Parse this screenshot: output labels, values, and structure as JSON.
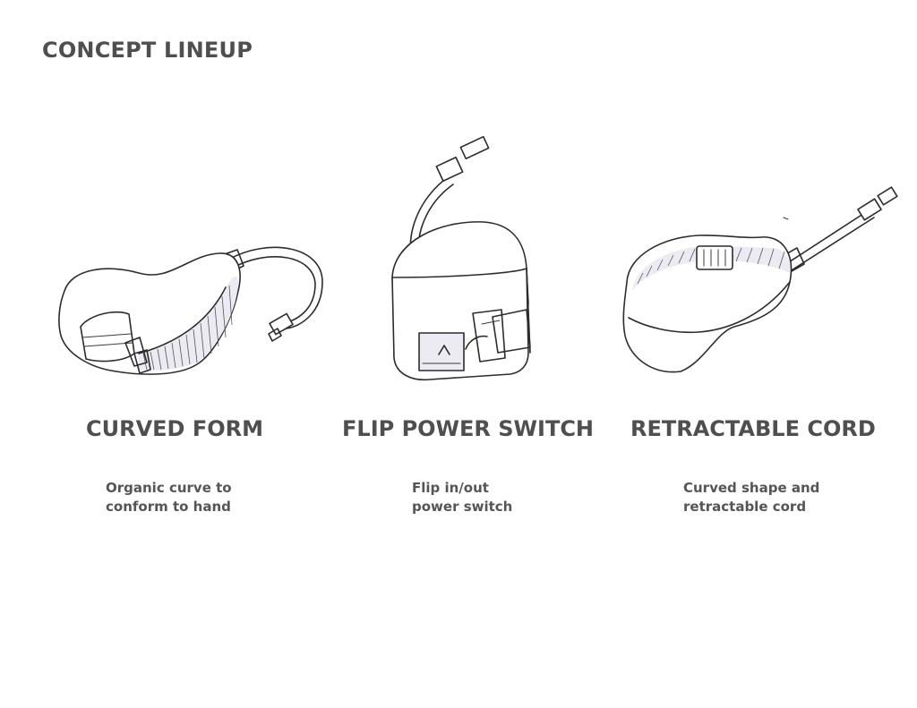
{
  "page": {
    "title": "CONCEPT LINEUP"
  },
  "concepts": [
    {
      "heading": "CURVED FORM",
      "description_lines": [
        "Organic curve to",
        "conform to hand"
      ]
    },
    {
      "heading": "FLIP POWER SWITCH",
      "description_lines": [
        "Flip in/out",
        "power switch"
      ]
    },
    {
      "heading": "RETRACTABLE CORD",
      "description_lines": [
        "Curved shape and",
        "retractable cord"
      ]
    }
  ],
  "colors": {
    "text": "#4f4f4f",
    "ink": "#2c2c2c",
    "shade": "#ecebf3"
  }
}
